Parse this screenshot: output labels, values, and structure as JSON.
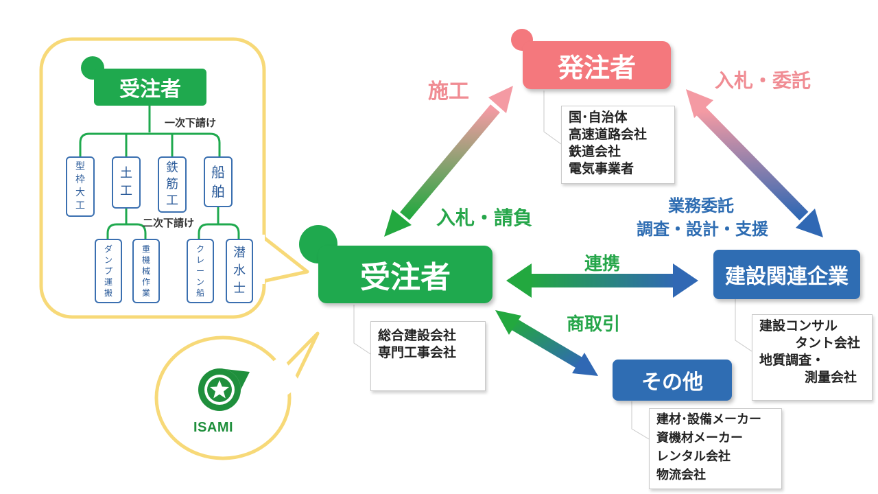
{
  "orderer": {
    "title": "発注者",
    "entities": [
      "国･自治体",
      "高速道路会社",
      "鉄道会社",
      "電気事業者"
    ]
  },
  "contractor": {
    "title": "受注者",
    "entities": [
      "総合建設会社",
      "専門工事会社"
    ]
  },
  "related": {
    "title": "建設関連企業",
    "entities": [
      "建設コンサル",
      "タント会社",
      "地質調査・",
      "測量会社"
    ]
  },
  "other": {
    "title": "その他",
    "entities": [
      "建材･設備メーカー",
      "資機材メーカー",
      "レンタル会社",
      "物流会社"
    ]
  },
  "relations": {
    "construction": "施工",
    "bid_commission": "入札・委託",
    "bid_contract": "入札・請負",
    "business_commission": "業務委託",
    "survey_design_support": "調査・設計・支援",
    "cooperation": "連携",
    "trade": "商取引"
  },
  "bubble": {
    "title": "受注者",
    "first_sub": "一次下請け",
    "second_sub": "二次下請け",
    "first_tier": [
      "型枠大工",
      "土工",
      "鉄筋工",
      "船舶"
    ],
    "second_tier": [
      "ダンプ運搬",
      "重機械作業",
      "クレーン船",
      "潜水士"
    ]
  },
  "logo": {
    "text": "ISAMI"
  },
  "colors": {
    "orderer": "#f4787d",
    "contractor": "#1fa94e",
    "related": "#2f6db3",
    "pink_text": "#f08c93",
    "green_text": "#26a64a",
    "blue_text": "#2d6cb2",
    "bubble_border": "#f7d978"
  }
}
